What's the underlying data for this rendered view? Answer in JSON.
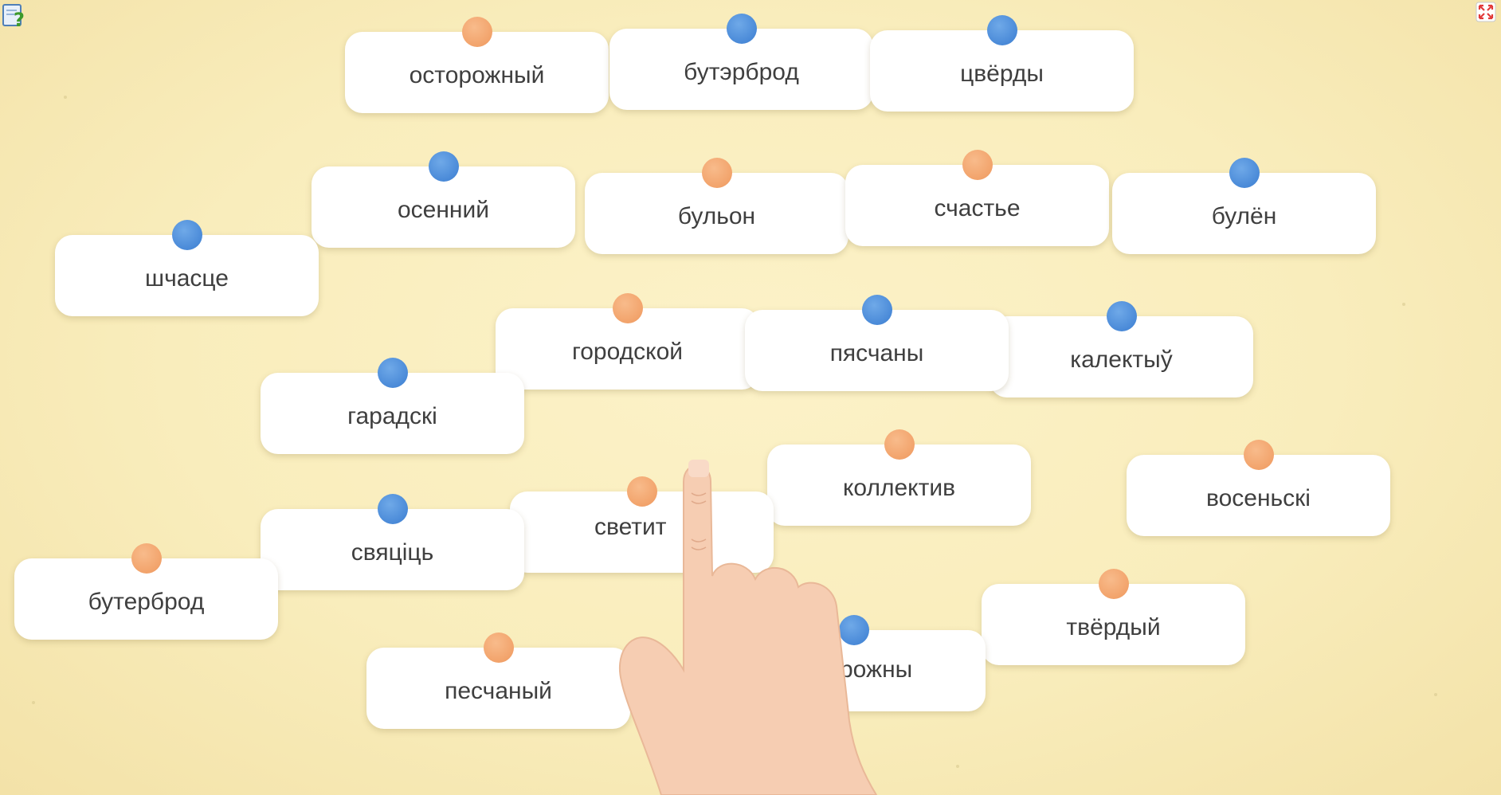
{
  "toolbar": {
    "help_icon": "help-question-icon",
    "fullscreen_icon": "fullscreen-toggle-icon"
  },
  "colors": {
    "orange_dot": "#f2a36b",
    "blue_dot": "#4a8ad8",
    "card": "#ffffff",
    "background": "#f9edbc",
    "text": "#3f3f3f",
    "hand": "#f6cdb2"
  },
  "cards": [
    {
      "text": "осторожный",
      "dot": "orange"
    },
    {
      "text": "бутэрброд",
      "dot": "blue"
    },
    {
      "text": "цвёрды",
      "dot": "blue"
    },
    {
      "text": "осенний",
      "dot": "blue"
    },
    {
      "text": "бульон",
      "dot": "orange"
    },
    {
      "text": "счастье",
      "dot": "orange"
    },
    {
      "text": "булён",
      "dot": "blue"
    },
    {
      "text": "шчасце",
      "dot": "blue"
    },
    {
      "text": "городской",
      "dot": "orange"
    },
    {
      "text": "пясчаны",
      "dot": "blue"
    },
    {
      "text": "калектыў",
      "dot": "blue"
    },
    {
      "text": "гарадскі",
      "dot": "blue"
    },
    {
      "text": "коллектив",
      "dot": "orange"
    },
    {
      "text": "восеньскі",
      "dot": "orange"
    },
    {
      "text": "светит",
      "dot": "orange"
    },
    {
      "text": "свяціць",
      "dot": "blue"
    },
    {
      "text": "бутерброд",
      "dot": "orange"
    },
    {
      "text": "твёрдый",
      "dot": "orange"
    },
    {
      "text": "рожны",
      "dot": "blue"
    },
    {
      "text": "песчаный",
      "dot": "orange"
    }
  ],
  "hint": {
    "icon": "pointing-hand-icon"
  }
}
